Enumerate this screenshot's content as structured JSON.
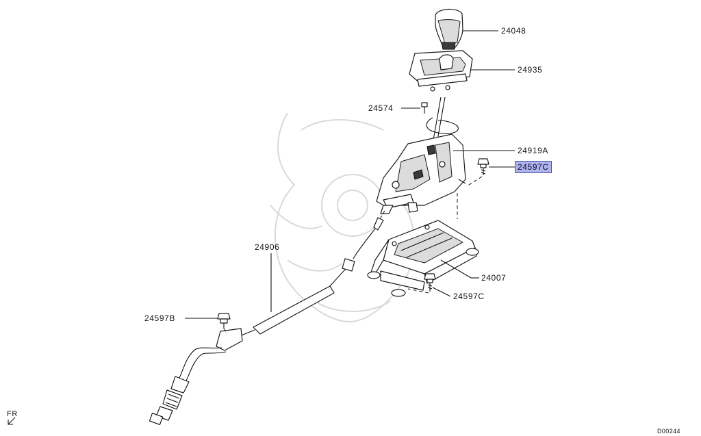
{
  "parts": [
    {
      "number": "24048",
      "highlighted": false
    },
    {
      "number": "24935",
      "highlighted": false
    },
    {
      "number": "24574",
      "highlighted": false
    },
    {
      "number": "24919A",
      "highlighted": false
    },
    {
      "number": "24597C",
      "highlighted": true
    },
    {
      "number": "24906",
      "highlighted": false
    },
    {
      "number": "24007",
      "highlighted": false
    },
    {
      "number": "24597C",
      "highlighted": false
    },
    {
      "number": "24597B",
      "highlighted": false
    }
  ],
  "direction_label": "FR",
  "diagram_code": "D00244",
  "colors": {
    "highlight_fill": "#b0b4ec",
    "highlight_border": "#4a4ea8",
    "line": "#111111",
    "watermark": "#d9d9d9"
  }
}
